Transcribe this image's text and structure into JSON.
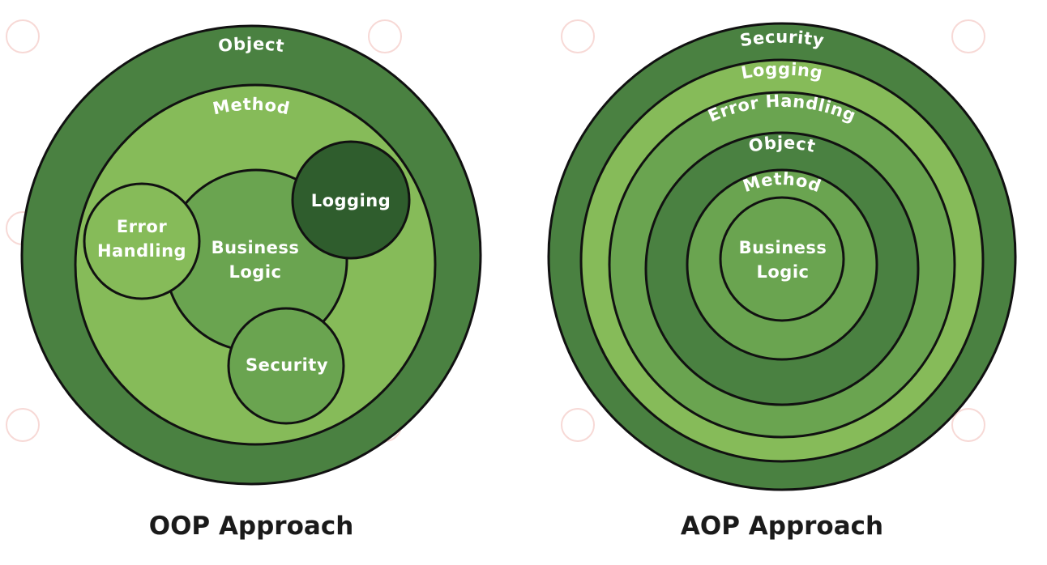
{
  "colors": {
    "dark": "#4a8141",
    "darker": "#2f5d2d",
    "mid": "#6aa450",
    "light": "#86bb59",
    "outline": "#111111",
    "label": "#ffffff",
    "caption": "#1a1a1a"
  },
  "oop": {
    "caption": "OOP Approach",
    "object_label": "Object",
    "method_label": "Method",
    "business_logic_line1": "Business",
    "business_logic_line2": "Logic",
    "logging_label": "Logging",
    "error_handling_line1": "Error",
    "error_handling_line2": "Handling",
    "security_label": "Security"
  },
  "aop": {
    "caption": "AOP Approach",
    "security_label": "Security",
    "logging_label": "Logging",
    "error_handling_label": "Error Handling",
    "object_label": "Object",
    "method_label": "Method",
    "business_logic_line1": "Business",
    "business_logic_line2": "Logic"
  }
}
